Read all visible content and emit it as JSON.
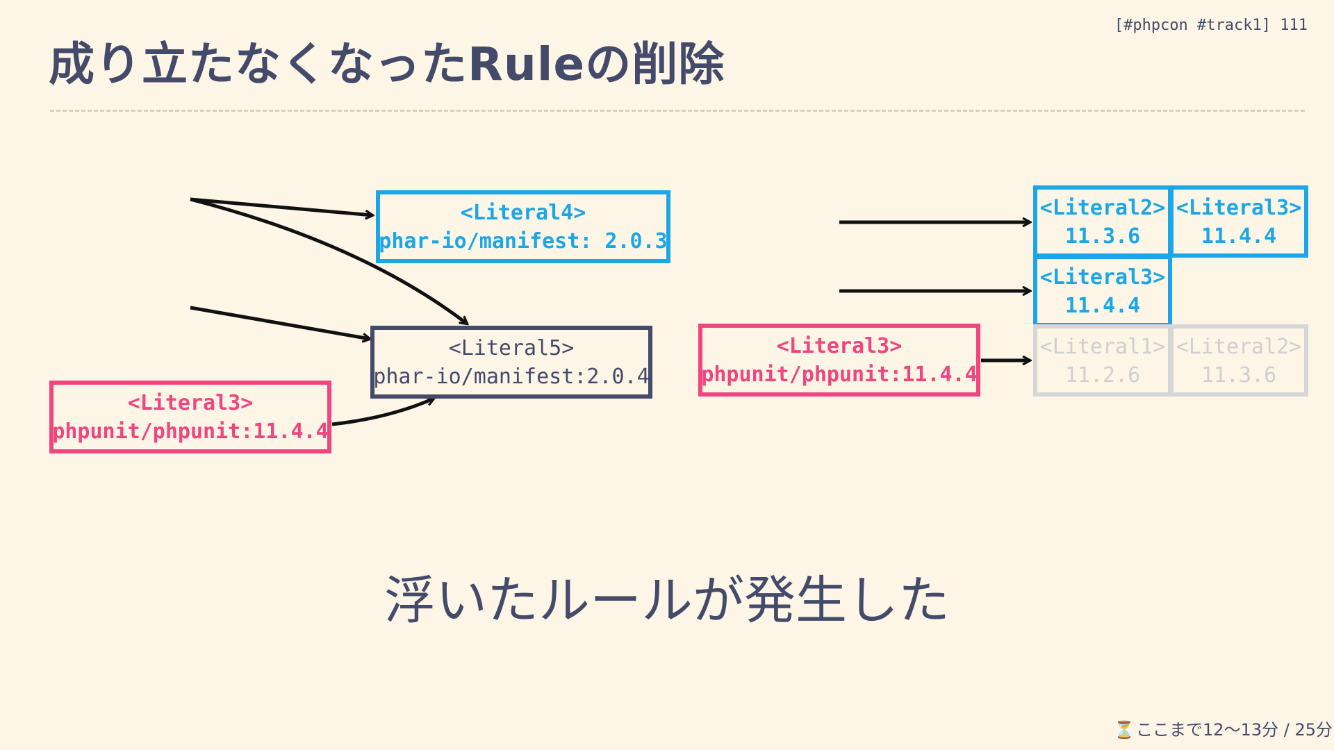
{
  "slide": {
    "title": "成り立たなくなったRuleの削除",
    "header_tag": "[#phpcon #track1] 111",
    "caption": "浮いたルールが発生した",
    "footer": {
      "icon": "hourglass-icon",
      "icon_glyph": "⏳",
      "progress_text": "ここまで12〜13分 / 25分"
    }
  },
  "colors": {
    "background": "#fdf6e6",
    "text": "#444a6a",
    "blue": "#1ba7e7",
    "pink": "#f0457f",
    "navy": "#444a6a",
    "grey": "#d6d6d6",
    "grey_text": "#cfcfcf",
    "arrow": "#111111"
  },
  "diagram": {
    "left": {
      "literal4": {
        "label": "<Literal4>",
        "value": "phar-io/manifest: 2.0.3"
      },
      "literal5": {
        "label": "<Literal5>",
        "value": "phar-io/manifest:2.0.4"
      },
      "literal3": {
        "label": "<Literal3>",
        "value": "phpunit/phpunit:11.4.4"
      }
    },
    "right": {
      "source_literal3": {
        "label": "<Literal3>",
        "value": "phpunit/phpunit:11.4.4"
      },
      "row1": [
        {
          "label": "<Literal2>",
          "value": "11.3.6"
        },
        {
          "label": "<Literal3>",
          "value": "11.4.4"
        }
      ],
      "row2": [
        {
          "label": "<Literal3>",
          "value": "11.4.4"
        }
      ],
      "row3": [
        {
          "label": "<Literal1>",
          "value": "11.2.6"
        },
        {
          "label": "<Literal2>",
          "value": "11.3.6"
        }
      ]
    }
  }
}
